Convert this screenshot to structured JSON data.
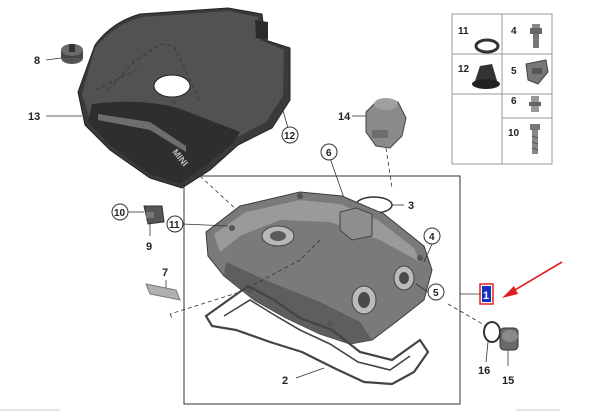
{
  "callouts": {
    "c1": "1",
    "c2": "2",
    "c3": "3",
    "c4": "4",
    "c5": "5",
    "c6": "6",
    "c7": "7",
    "c8": "8",
    "c9": "9",
    "c10": "10",
    "c11": "11",
    "c12": "12",
    "c13": "13",
    "c14": "14",
    "c15": "15",
    "c16": "16"
  },
  "legend": {
    "l11": "11",
    "l4": "4",
    "l12": "12",
    "l5": "5",
    "l6": "6",
    "l10": "10"
  },
  "cover_logo": "MINI",
  "colors": {
    "highlight_box": "#1030c0",
    "arrow": "#e02020",
    "cover": "#3a3a3a",
    "cover_top": "#525252",
    "valve_body": "#7a7a7a",
    "gasket": "#444444"
  },
  "icons": [
    "pointer-arrow-icon"
  ]
}
